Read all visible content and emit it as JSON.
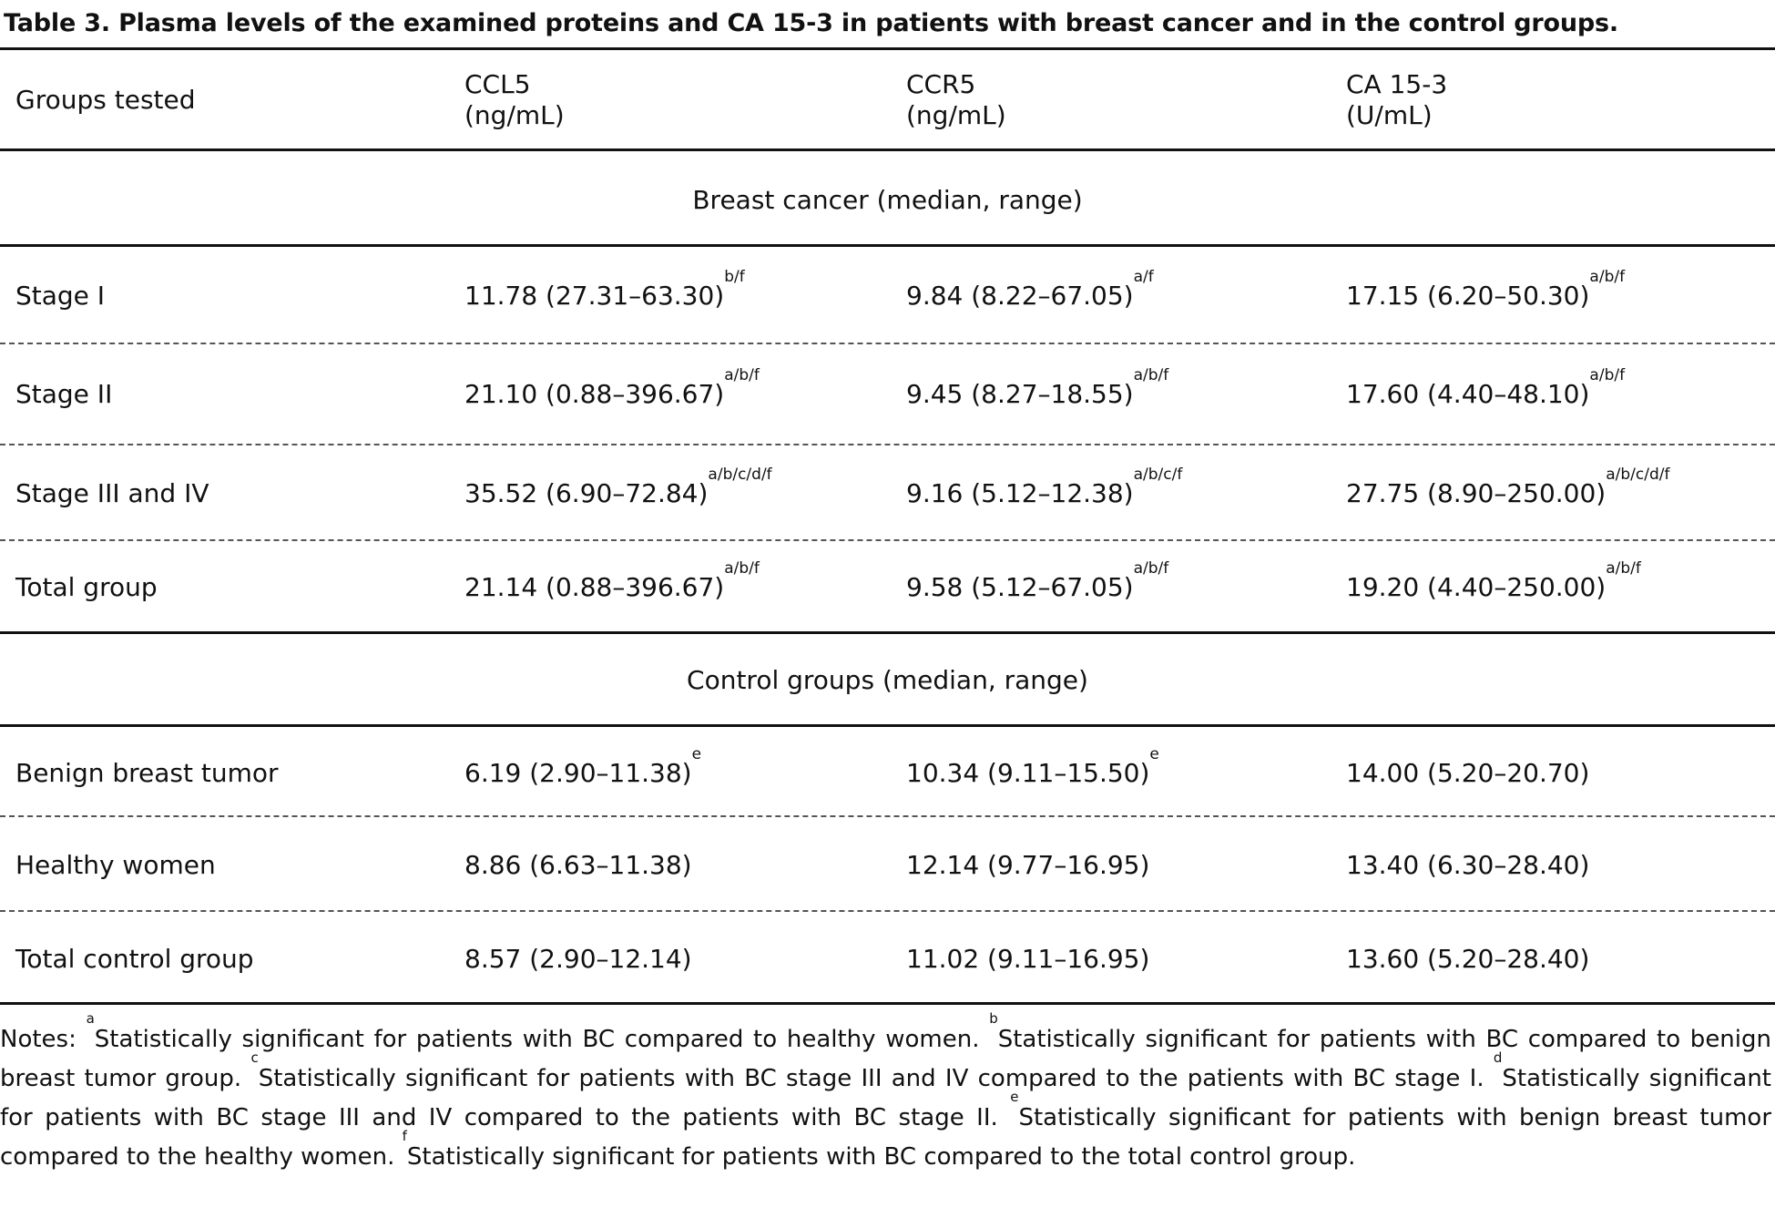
{
  "caption": "Table 3. Plasma levels of the examined proteins and CA 15-3 in patients with breast cancer and in the control groups.",
  "header": {
    "col0": "Groups tested",
    "col1_line1": "CCL5",
    "col1_line2": "(ng/mL)",
    "col2_line1": "CCR5",
    "col2_line2": "(ng/mL)",
    "col3_line1": "CA 15-3",
    "col3_line2": "(U/mL)"
  },
  "sections": {
    "cancer": "Breast cancer (median, range)",
    "control": "Control groups (median, range)"
  },
  "rows": [
    {
      "group": "Stage I",
      "ccl5": "11.78 (27.31–63.30)",
      "ccl5_sup": "b/f",
      "ccr5": "9.84 (8.22–67.05)",
      "ccr5_sup": "a/f",
      "ca153": "17.15 (6.20–50.30)",
      "ca153_sup": "a/b/f"
    },
    {
      "group": "Stage II",
      "ccl5": "21.10 (0.88–396.67)",
      "ccl5_sup": "a/b/f",
      "ccr5": "9.45 (8.27–18.55)",
      "ccr5_sup": "a/b/f",
      "ca153": "17.60 (4.40–48.10)",
      "ca153_sup": "a/b/f"
    },
    {
      "group": "Stage III and IV",
      "ccl5": "35.52 (6.90–72.84)",
      "ccl5_sup": "a/b/c/d/f",
      "ccr5": "9.16 (5.12–12.38)",
      "ccr5_sup": "a/b/c/f",
      "ca153": "27.75 (8.90–250.00)",
      "ca153_sup": "a/b/c/d/f"
    },
    {
      "group": "Total group",
      "ccl5": "21.14 (0.88–396.67)",
      "ccl5_sup": "a/b/f",
      "ccr5": "9.58 (5.12–67.05)",
      "ccr5_sup": "a/b/f",
      "ca153": "19.20 (4.40–250.00)",
      "ca153_sup": "a/b/f"
    },
    {
      "group": "Benign breast tumor",
      "ccl5": "6.19 (2.90–11.38)",
      "ccl5_sup": "e",
      "ccr5": "10.34 (9.11–15.50)",
      "ccr5_sup": "e",
      "ca153": "14.00 (5.20–20.70)",
      "ca153_sup": ""
    },
    {
      "group": "Healthy women",
      "ccl5": "8.86 (6.63–11.38)",
      "ccl5_sup": "",
      "ccr5": "12.14 (9.77–16.95)",
      "ccr5_sup": "",
      "ca153": "13.40 (6.30–28.40)",
      "ca153_sup": ""
    },
    {
      "group": "Total control group",
      "ccl5": "8.57 (2.90–12.14)",
      "ccl5_sup": "",
      "ccr5": "11.02 (9.11–16.95)",
      "ccr5_sup": "",
      "ca153": "13.60 (5.20–28.40)",
      "ca153_sup": ""
    }
  ],
  "notes": {
    "prefix": "Notes: ",
    "items": [
      {
        "mark": "a",
        "text": "Statistically significant for patients with BC compared to healthy women. "
      },
      {
        "mark": "b",
        "text": "Statistically significant for patients with BC compared to benign breast tumor group. "
      },
      {
        "mark": "c",
        "text": "Statistically significant for patients with BC stage III and IV compared to the patients with BC stage I. "
      },
      {
        "mark": "d",
        "text": "Statistically significant for patients with BC stage III and IV compared to the patients with BC stage II. "
      },
      {
        "mark": "e",
        "text": "Statistically significant for patients with benign breast tumor compared to the healthy women. "
      },
      {
        "mark": "f",
        "text": "Statistically significant for patients with BC compared to the total control group."
      }
    ]
  }
}
